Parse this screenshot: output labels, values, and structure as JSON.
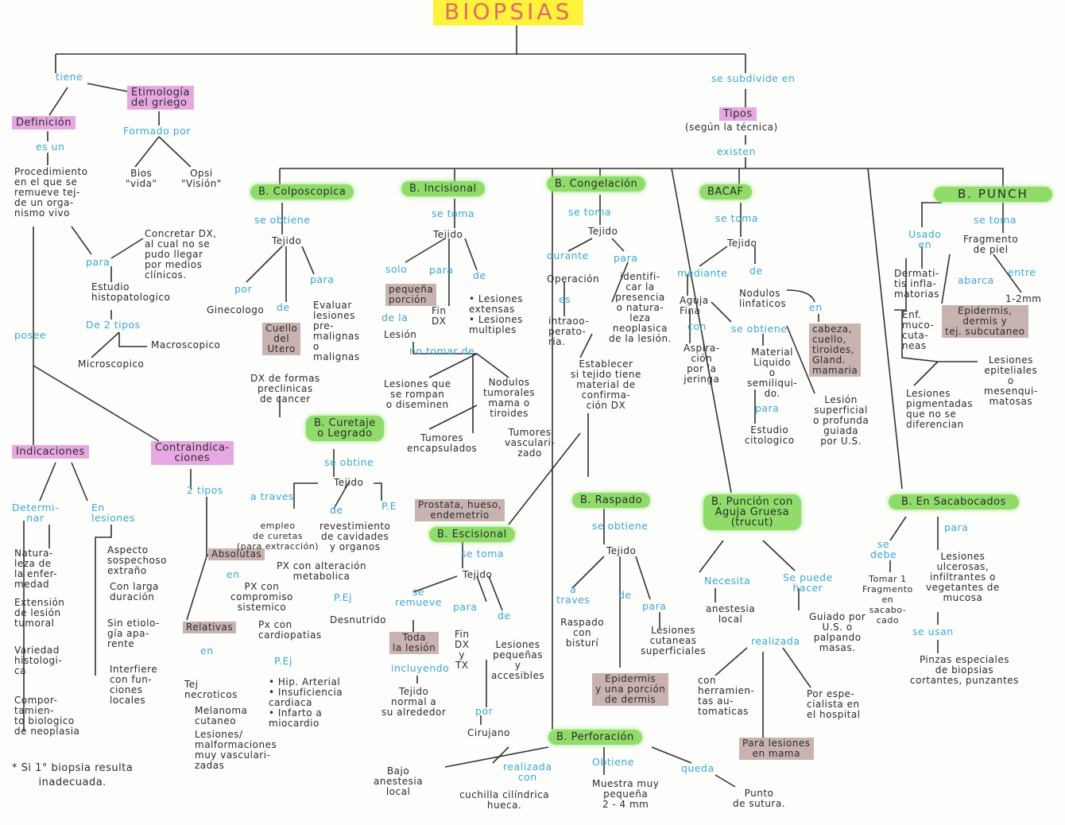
{
  "title": "BIOPSIAS",
  "left": {
    "tiene": "tiene",
    "etimologia": "Etimología\ndel griego",
    "formado": "Formado por",
    "bios": "Bios\n\"vida\"",
    "opsi": "Opsi\n\"Visión\"",
    "definicion": "Definición",
    "es_un": "es un",
    "procedimiento": "Procedimiento\nen el que se\nremueve tej-\nde un orga-\nnismo vivo",
    "para": "para",
    "concretar": "Concretar DX,\nal cual no se\npudo llegar\npor medios\nclínicos.",
    "estudio": "Estudio\nhistopatologico",
    "dos_tipos": "De 2 tipos",
    "macro": "Macroscopico",
    "micro": "Microscopico",
    "posee": "posee",
    "indicaciones": "Indicaciones",
    "contraindicaciones": "Contraindica-\nciones",
    "determinar": "Determi-\nnar",
    "en_lesiones": "En\nlesiones",
    "det_items": [
      "Natura-\nleza de\nla enfer-\nmedad",
      "Extensión\nde lesión\ntumoral",
      "Variedad\nhistologi-\nca",
      "Compor-\ntamien-\nto biologico\nde neoplasia"
    ],
    "les_items": [
      "Aspecto\nsospechoso\nextraño",
      "Con larga\nduración",
      "Sin etiolo-\ngía apa-\nrente",
      "Interfiere\ncon fun-\nciones\nlocales"
    ],
    "nota": "* Si 1° biopsia resulta\ninadecuada.",
    "dos_tipos_contra": "2 tipos",
    "absolutas": "Absolutas",
    "abs_en": "en",
    "px_metab": "PX con alteración\nmetabolica",
    "px_sist": "PX con\ncompromiso\nsistemico",
    "pej1": "P.Ej",
    "desnutrido": "Desnutrido",
    "px_cardio": "Px con\ncardiopatias",
    "pej2": "P.Ej",
    "cardio_list": "• Hip. Arterial\n• Insuficiencia\ncardiaca\n• Infarto a\nmiocardio",
    "relativas": "Relativas",
    "rel_en": "en",
    "tej_necro": "Tej\nnecroticos",
    "melanoma": "Melanoma\ncutaneo",
    "lesiones_vasc": "Lesiones/\nmalformaciones\nmuy vasculari-\nzadas"
  },
  "tipos": {
    "subdivide": "se subdivide en",
    "tipos": "Tipos",
    "segun": "(según la técnica)",
    "existen": "existen"
  },
  "colposcopica": {
    "title": "B. Colposcopica",
    "obtiene": "se obtiene",
    "tejido": "Tejido",
    "por": "por",
    "de": "de",
    "para": "para",
    "ginecologo": "Ginecologo",
    "cuello": "Cuello\ndel\nUtero",
    "evaluar": "Evaluar\nlesiones\npre-\nmalignas\no\nmalignas",
    "dx": "DX de formas\npreclinicas\nde cancer"
  },
  "incisional": {
    "title": "B. Incisional",
    "toma": "se toma",
    "tejido": "Tejido",
    "solo": "solo",
    "para": "para",
    "de": "de",
    "porcion": "pequeña\nporción",
    "dela": "de la",
    "lesion": "Lesión",
    "fin": "Fin\nDX",
    "lesiones": "• Lesiones\nextensas\n• Lesiones\nmultiples",
    "no_tomar": "no tomar de",
    "rompan": "Lesiones que\nse rompan\no diseminen",
    "nodulos": "Nodulos\ntumorales\nmama o\ntiroides",
    "encap": "Tumores\nencapsulados",
    "vasc": "Tumores\nvasculari-\nzado"
  },
  "curetaje": {
    "title": "B. Curetaje\no Legrado",
    "obtine": "se obtine",
    "tejido": "Tejido",
    "traves": "a traves",
    "de": "de",
    "pe": "P.E",
    "prostata": "Prostata, hueso,\nendemetrio",
    "empleo": "empleo\nde curetas\n(para extracción)",
    "revest": "revestimiento\nde cavidades\ny organos"
  },
  "escisional": {
    "title": "B. Escisional",
    "toma": "se toma",
    "tejido": "Tejido",
    "remueve": "se\nremueve",
    "para": "para",
    "de": "de",
    "toda": "Toda\nla lesión",
    "fin": "Fin\nDX\ny\nTX",
    "pequenas": "Lesiones\npequeñas\ny\naccesibles",
    "incluyendo": "incluyendo",
    "normal": "Tejido\nnormal a\nsu alrededor",
    "por": "por",
    "cirujano": "Cirujano"
  },
  "congelacion": {
    "title": "B. Congelación",
    "toma": "se toma",
    "tejido": "Tejido",
    "durante": "durante",
    "para": "para",
    "operacion": "Operación",
    "es": "es",
    "intra": "intraoo-\nperato-\nria.",
    "identificar": "identifi-\ncar la\npresencia\no natura-\nleza\nneoplasica\nde la lesión.",
    "establecer": "Establecer\nsi tejido tiene\nmaterial de\nconfirma-\nción DX"
  },
  "raspado": {
    "title": "B. Raspado",
    "obtiene": "se obtiene",
    "tejido": "Tejido",
    "traves": "a\ntraves",
    "de": "de",
    "para": "para",
    "bisturi": "Raspado\ncon\nbisturí",
    "cutaneas": "Lesiones\ncutaneas\nsuperficiales",
    "epidermis": "Epidermis\ny una porción\nde dermis"
  },
  "perforacion": {
    "title": "B. Perforación",
    "realizada": "realizada\ncon",
    "obtiene": "Obtiene",
    "queda": "queda",
    "anestesia": "Bajo\nanestesia\nlocal",
    "cuchilla": "cuchilla cilíndrica\nhueca.",
    "muestra": "Muestra muy\npequeña\n2 - 4 mm",
    "punto": "Punto\nde sutura."
  },
  "bacaf": {
    "title": "BACAF",
    "toma": "se toma",
    "tejido": "Tejido",
    "mediante": "mediante",
    "de": "de",
    "aguja": "Aguja\nFina",
    "con": "con",
    "aspiracion": "Aspira-\nción\npor la\njeringa",
    "nodulos": "Nodulos\nlinfaticos",
    "en": "en",
    "obtiene": "se obtiene",
    "cabeza": "cabeza,\ncuello,\ntiroides,\nGland.\nmamaria",
    "material": "Material\nLiquido\no\nsemiliqui-\ndo.",
    "para": "para",
    "estudio": "Estudio\ncitologico",
    "lesion": "Lesión\nsuperficial\no profunda\nguiada\npor U.S."
  },
  "punch": {
    "title": "B. PUNCH",
    "toma": "se toma",
    "fragmento": "Fragmento\nde piel",
    "usado": "Usado\nen",
    "dermatitis": "Dermati-\ntis infla-\nmatorias",
    "abarca": "abarca",
    "entre": "entre",
    "mm": "1-2mm",
    "capas": "Epidermis,\ndermis y\ntej. subcutaneo",
    "enf": "Enf.\nmuco-\ncuta-\nneas",
    "epiteliales": "Lesiones\nepiteliales\no\nmesenqui-\nmatosas",
    "pigmentadas": "Lesiones\npigmentadas\nque no se\ndiferencian"
  },
  "trucut": {
    "title": "B. Punción con\nAguja Gruesa\n(trucut)",
    "necesita": "Necesita",
    "anestesia": "anestesia\nlocal",
    "puede": "Se puede\nhacer",
    "guiado": "Guiado por\nU.S. o\npalpando\nmasas.",
    "realizada": "realizada",
    "herramientas": "con\nherramien-\ntas au-\ntomaticas",
    "especialista": "Por espe-\ncialista en\nel hospital",
    "mama": "Para lesiones\nen mama"
  },
  "sacabocados": {
    "title": "B. En Sacabocados",
    "para": "para",
    "debe": "se\ndebe",
    "tomar": "Tomar 1\nFragmento\nen\nsacabo-\ncado",
    "ulcerosas": "Lesiones\nulcerosas,\ninfiltrantes o\nvegetantes de\nmucosa",
    "usan": "se usan",
    "pinzas": "Pinzas especiales\nde biopsias\ncortantes, punzantes"
  },
  "colors": {
    "green": "#8fdc6a",
    "pink": "#e7a8e2",
    "brown": "#c9b3b0",
    "yellow": "#fff23a",
    "blue": "#3ba7d6"
  }
}
